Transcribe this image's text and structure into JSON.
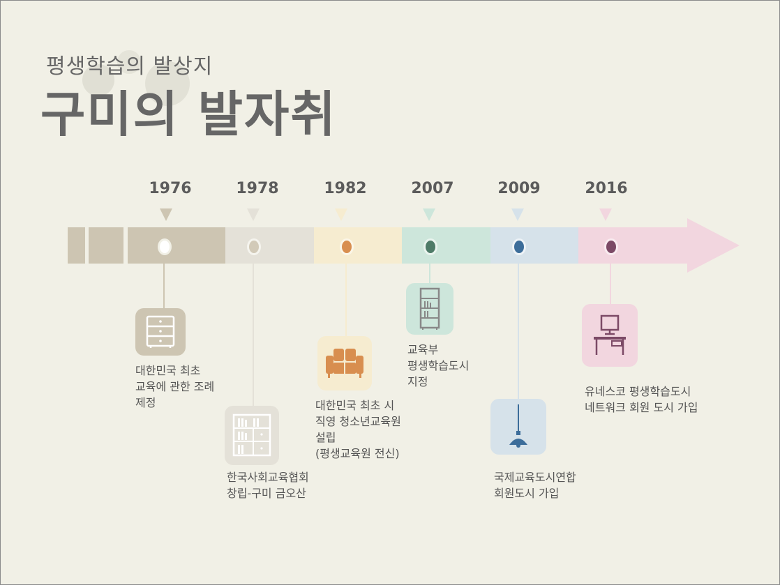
{
  "header": {
    "subtitle": "평생학습의 발상지",
    "title": "구미의 발자취"
  },
  "timeline": {
    "events": [
      {
        "year": "1976",
        "icon": "dresser-icon",
        "color": "#cdc5b2",
        "dot_color": "#ffffff",
        "lines": [
          "대한민국 최초",
          "교육에 관한 조례",
          "제정"
        ]
      },
      {
        "year": "1978",
        "icon": "bookshelf-cabinet-icon",
        "color": "#e4e1d8",
        "dot_color": "#d2cab8",
        "lines": [
          "한국사회교육협회",
          "창립-구미 금오산"
        ]
      },
      {
        "year": "1982",
        "icon": "sofa-icon",
        "color": "#f6ecd0",
        "dot_color": "#d88e4f",
        "lines": [
          "대한민국 최초 시",
          "직영 청소년교육원",
          "설립",
          "(평생교육원 전신)"
        ]
      },
      {
        "year": "2007",
        "icon": "bookcase-icon",
        "color": "#cde6db",
        "dot_color": "#4e7b68",
        "lines": [
          "교육부",
          "평생학습도시",
          "지정"
        ]
      },
      {
        "year": "2009",
        "icon": "pendant-lamp-icon",
        "color": "#d6e2ea",
        "dot_color": "#3c6d9a",
        "lines": [
          "국제교육도시연합",
          "회원도시 가입"
        ]
      },
      {
        "year": "2016",
        "icon": "desk-computer-icon",
        "color": "#f2d6df",
        "dot_color": "#7c4a66",
        "lines": [
          "유네스코 평생학습도시",
          "네트워크 회원 도시 가입"
        ]
      }
    ]
  }
}
